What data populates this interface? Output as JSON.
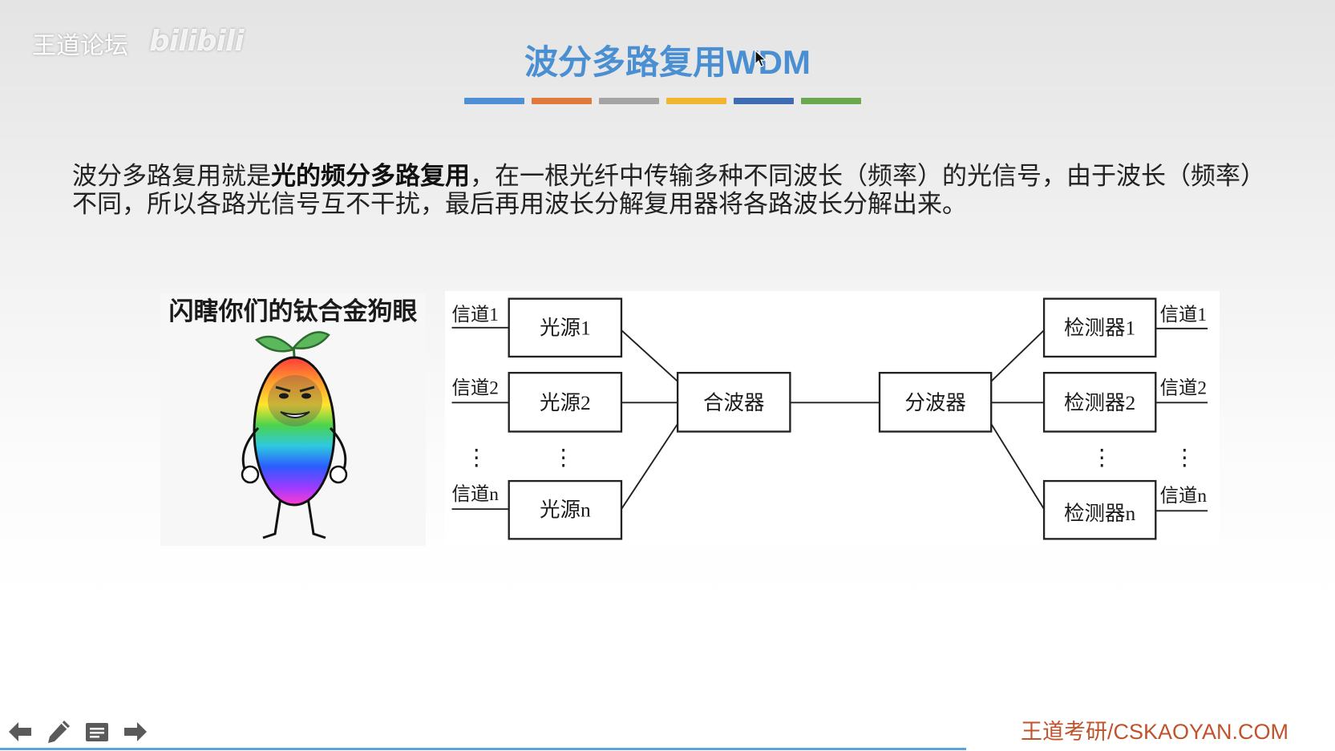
{
  "watermark": {
    "site_name": "王道论坛",
    "logo_text": "bilibili"
  },
  "title": {
    "text": "波分多路复用WDM",
    "color": "#4b8fd3"
  },
  "accent_bar": {
    "colors": [
      "#4f8fd3",
      "#e0793a",
      "#a3a3a3",
      "#f1b530",
      "#3d6cb3",
      "#6aa94f"
    ]
  },
  "paragraph": {
    "line1_prefix": "波分多路复用就是",
    "line1_emphasis": "光的频分多路复用",
    "line1_suffix": "，在一根光纤中传输多种不同波长（频率）的光信号，由于波长（频率）",
    "line2": "不同，所以各路光信号互不干扰，最后再用波长分解复用器将各路波长分解出来。"
  },
  "meme": {
    "caption": "闪瞎你们的钛合金狗眼"
  },
  "diagram": {
    "inputs": [
      {
        "channel": "信道1",
        "source": "光源1"
      },
      {
        "channel": "信道2",
        "source": "光源2"
      },
      {
        "channel": "信道n",
        "source": "光源n"
      }
    ],
    "combiner": "合波器",
    "splitter": "分波器",
    "outputs": [
      {
        "detector": "检测器1",
        "channel": "信道1"
      },
      {
        "detector": "检测器2",
        "channel": "信道2"
      },
      {
        "detector": "检测器n",
        "channel": "信道n"
      }
    ],
    "ellipsis": "⋮"
  },
  "footer": {
    "brand": "王道考研/CSKAOYAN.COM",
    "color": "#c0522c"
  },
  "player_controls": {
    "icons": [
      "arrow-left-icon",
      "pencil-icon",
      "notes-icon",
      "arrow-right-icon"
    ],
    "icon_color": "#5a5a5a",
    "progress": 0.724
  }
}
